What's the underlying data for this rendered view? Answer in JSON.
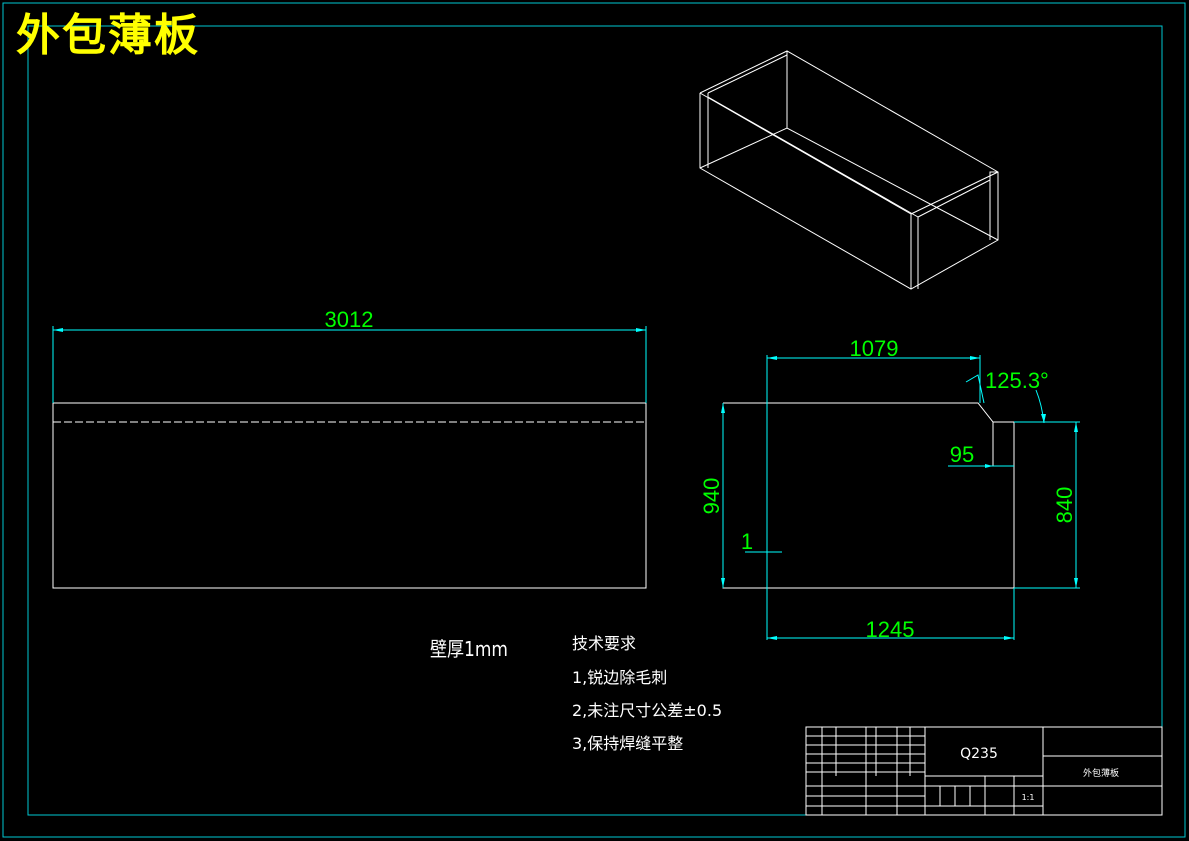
{
  "drawing": {
    "title": "外包薄板",
    "colors": {
      "background": "#000000",
      "frame": "#00c8d2",
      "geometry": "#ffffff",
      "dimension": "#00ff00",
      "title": "#ffff00"
    }
  },
  "dimensions": {
    "length_3012": "3012",
    "width_1079": "1079",
    "angle": "125.3°",
    "offset_95": "95",
    "height_940": "940",
    "height_840": "840",
    "gap_1": "1",
    "bottom_1245": "1245"
  },
  "notes": {
    "wall_thickness": "壁厚1mm",
    "tech_title": "技术要求",
    "item1": "1,锐边除毛刺",
    "item2": "2,未注尺寸公差±0.5",
    "item3": "3,保持焊缝平整"
  },
  "title_block": {
    "material": "Q235",
    "part_name": "外包薄板",
    "scale": "1:1"
  }
}
